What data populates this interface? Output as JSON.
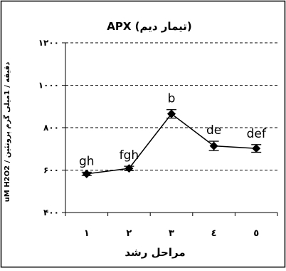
{
  "chart_data": {
    "type": "line",
    "title": "APX (تیمار دیم)",
    "xlabel": "مراحل رشد",
    "ylabel": "uM H2O2 / دقیقه / 1میلی گرم پروتئین",
    "categories": [
      "١",
      "٢",
      "٣",
      "٤",
      "٥"
    ],
    "y_tick_labels": [
      "۴۰۰",
      "۶۰۰",
      "۸۰۰",
      "۱۰۰۰",
      "۱۲۰۰"
    ],
    "y_ticks": [
      400,
      600,
      800,
      1000,
      1200
    ],
    "ylim": [
      400,
      1200
    ],
    "grid": "dashed horizontal",
    "colors": {
      "series": "#000000",
      "grid": "#000000",
      "frame": "#000000"
    },
    "series": [
      {
        "values": [
          582,
          608,
          865,
          714,
          702
        ],
        "errors": [
          8,
          10,
          20,
          22,
          18
        ],
        "labels": [
          "gh",
          "fgh",
          "b",
          "de",
          "def"
        ]
      }
    ]
  }
}
